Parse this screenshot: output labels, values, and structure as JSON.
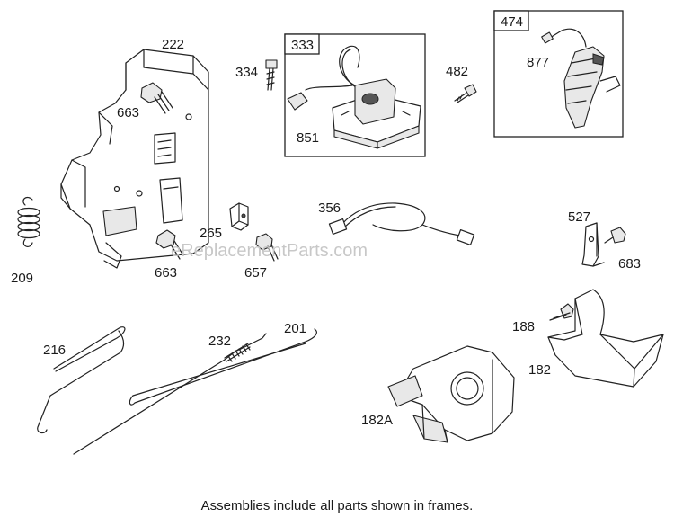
{
  "part_labels": {
    "p222": "222",
    "p663a": "663",
    "p334": "334",
    "p333": "333",
    "p851": "851",
    "p482": "482",
    "p474": "474",
    "p877": "877",
    "p209": "209",
    "p663b": "663",
    "p265": "265",
    "p657": "657",
    "p356": "356",
    "p527": "527",
    "p683": "683",
    "p216": "216",
    "p232": "232",
    "p201": "201",
    "p188": "188",
    "p182": "182",
    "p182a": "182A"
  },
  "watermark": "eReplacementParts.com",
  "caption": "Assemblies include all parts shown in frames."
}
